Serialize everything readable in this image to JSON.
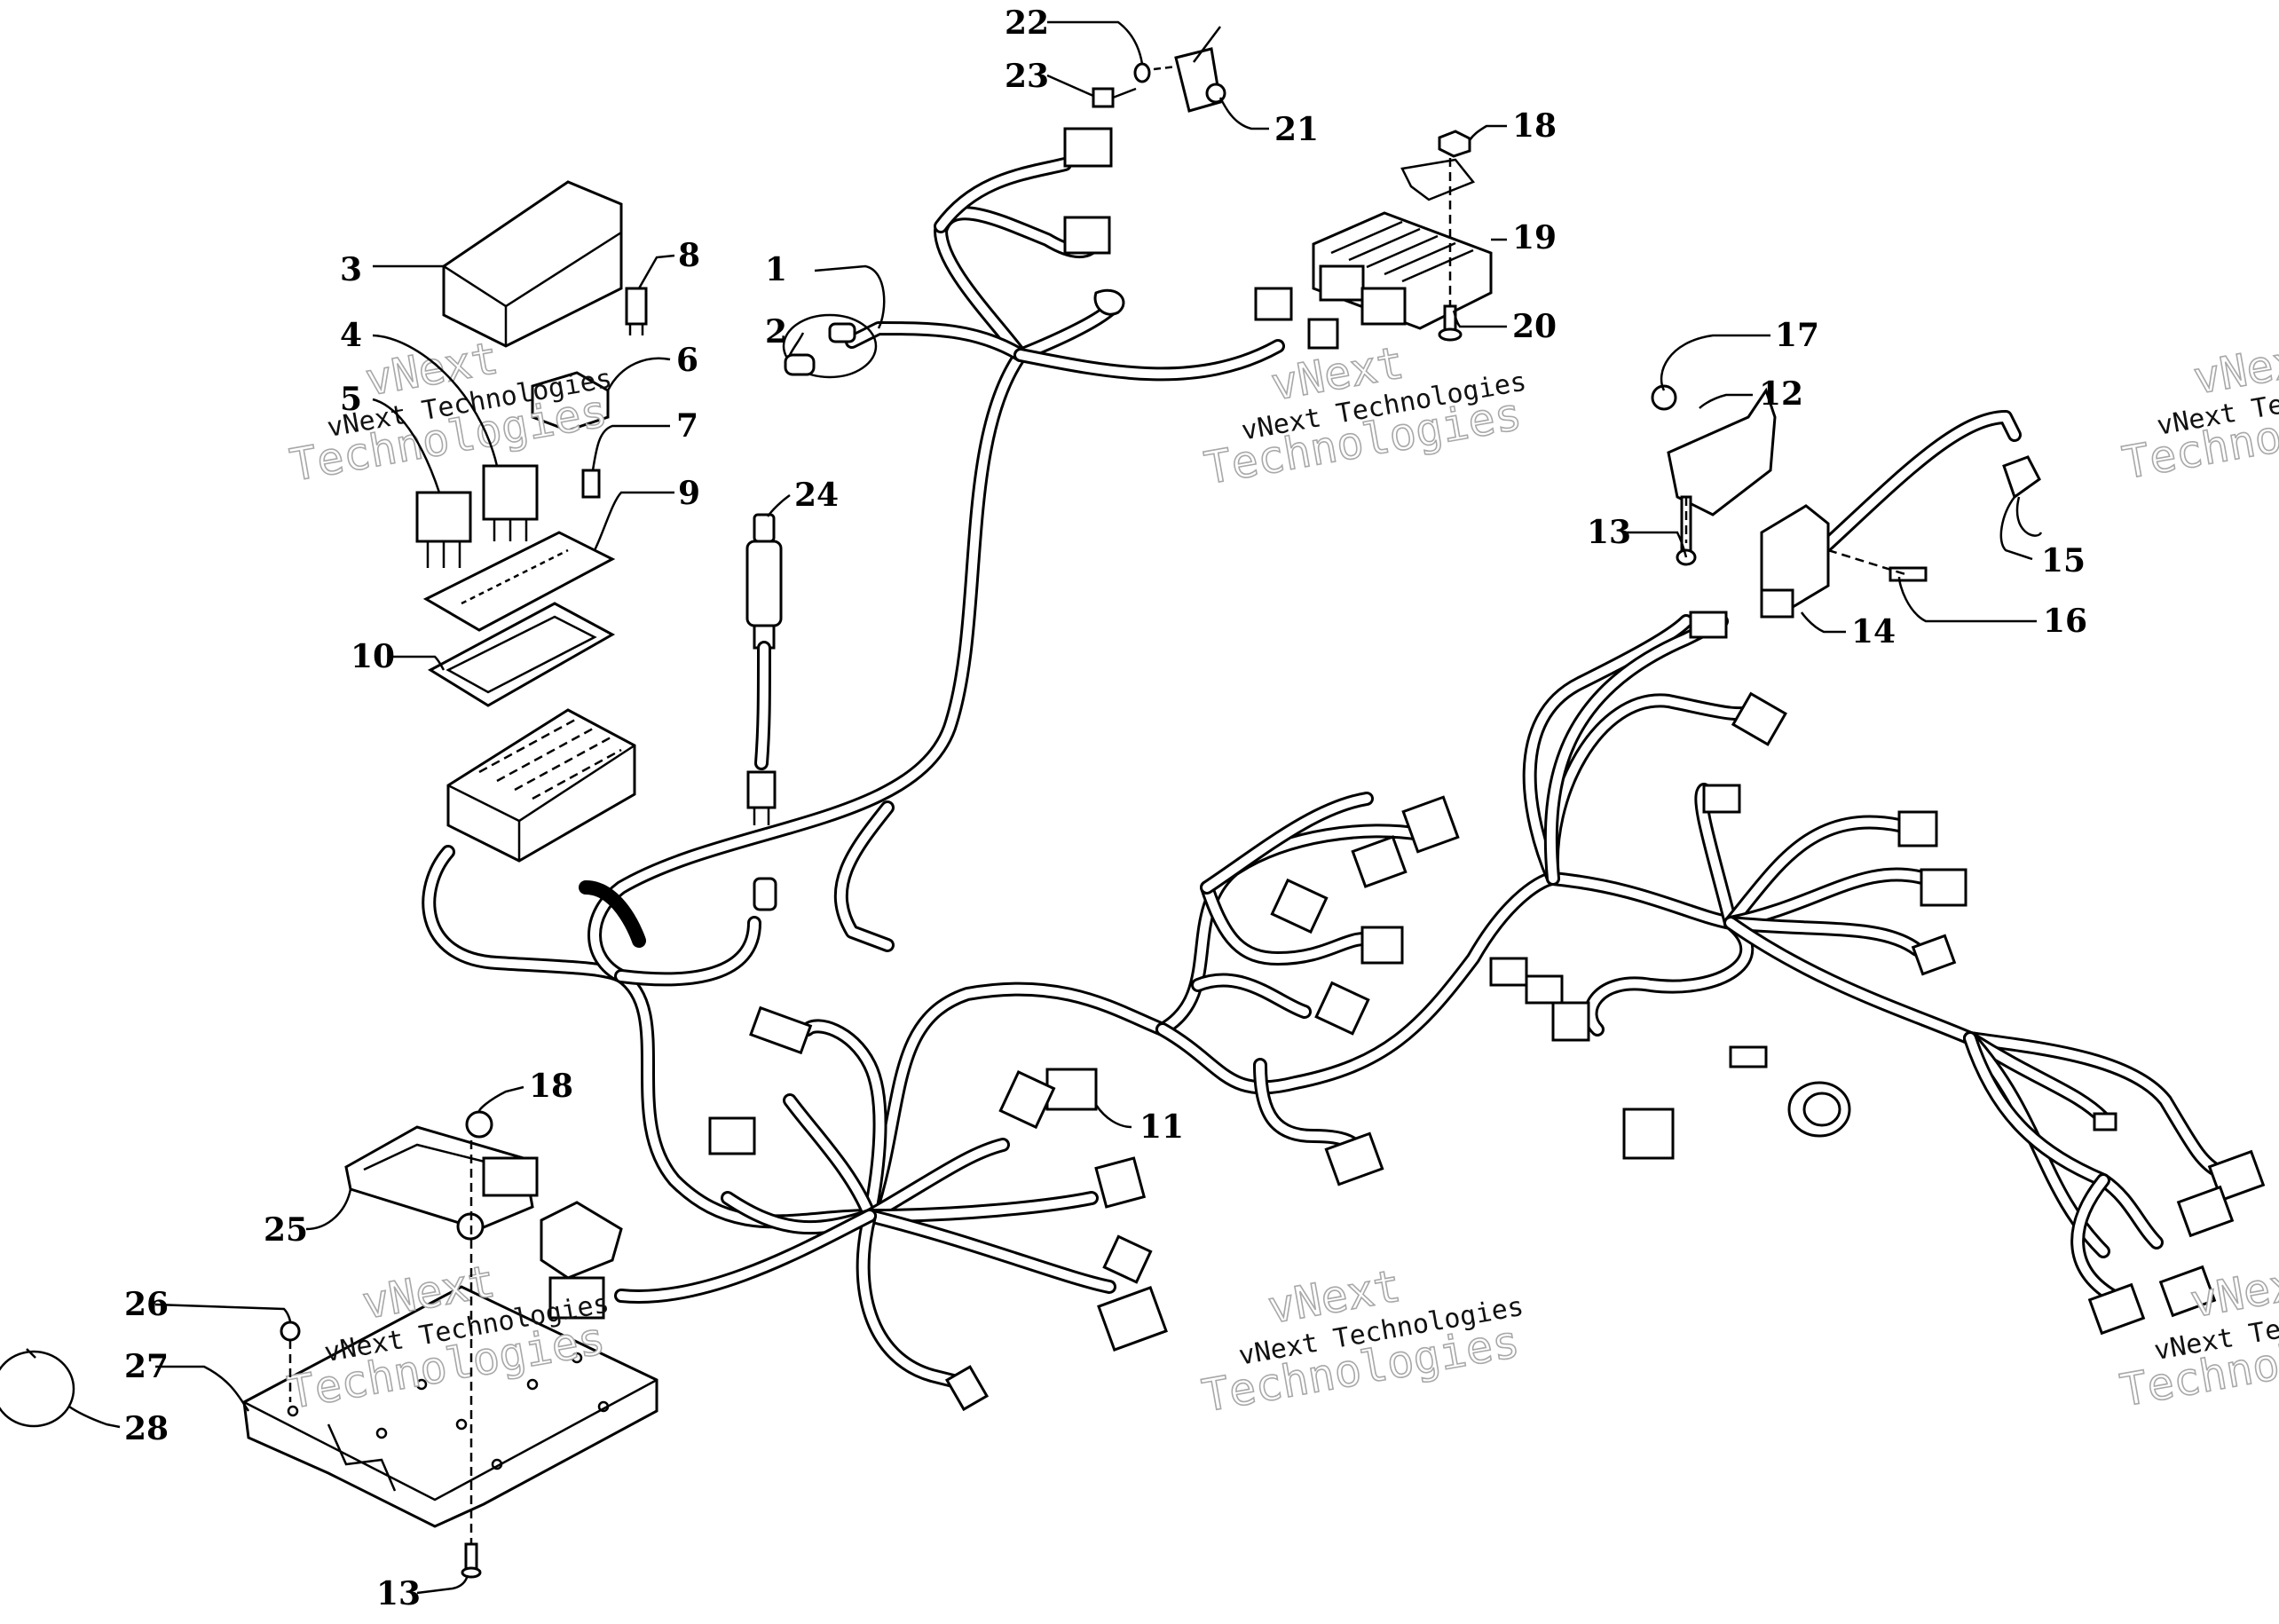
{
  "diagram": {
    "callouts": [
      {
        "id": "c1",
        "label": "1"
      },
      {
        "id": "c2",
        "label": "2"
      },
      {
        "id": "c3",
        "label": "3"
      },
      {
        "id": "c4",
        "label": "4"
      },
      {
        "id": "c5",
        "label": "5"
      },
      {
        "id": "c6",
        "label": "6"
      },
      {
        "id": "c7",
        "label": "7"
      },
      {
        "id": "c8",
        "label": "8"
      },
      {
        "id": "c9",
        "label": "9"
      },
      {
        "id": "c10",
        "label": "10"
      },
      {
        "id": "c11",
        "label": "11"
      },
      {
        "id": "c12",
        "label": "12"
      },
      {
        "id": "c13a",
        "label": "13"
      },
      {
        "id": "c13b",
        "label": "13"
      },
      {
        "id": "c14",
        "label": "14"
      },
      {
        "id": "c15",
        "label": "15"
      },
      {
        "id": "c16",
        "label": "16"
      },
      {
        "id": "c17",
        "label": "17"
      },
      {
        "id": "c18a",
        "label": "18"
      },
      {
        "id": "c18b",
        "label": "18"
      },
      {
        "id": "c19",
        "label": "19"
      },
      {
        "id": "c20",
        "label": "20"
      },
      {
        "id": "c21",
        "label": "21"
      },
      {
        "id": "c22",
        "label": "22"
      },
      {
        "id": "c23",
        "label": "23"
      },
      {
        "id": "c24",
        "label": "24"
      },
      {
        "id": "c25",
        "label": "25"
      },
      {
        "id": "c26",
        "label": "26"
      },
      {
        "id": "c27",
        "label": "27"
      },
      {
        "id": "c28",
        "label": "28"
      }
    ],
    "watermark": {
      "line1": "vNext",
      "line2": "vNext Technologies",
      "line3": "Technologies"
    }
  }
}
